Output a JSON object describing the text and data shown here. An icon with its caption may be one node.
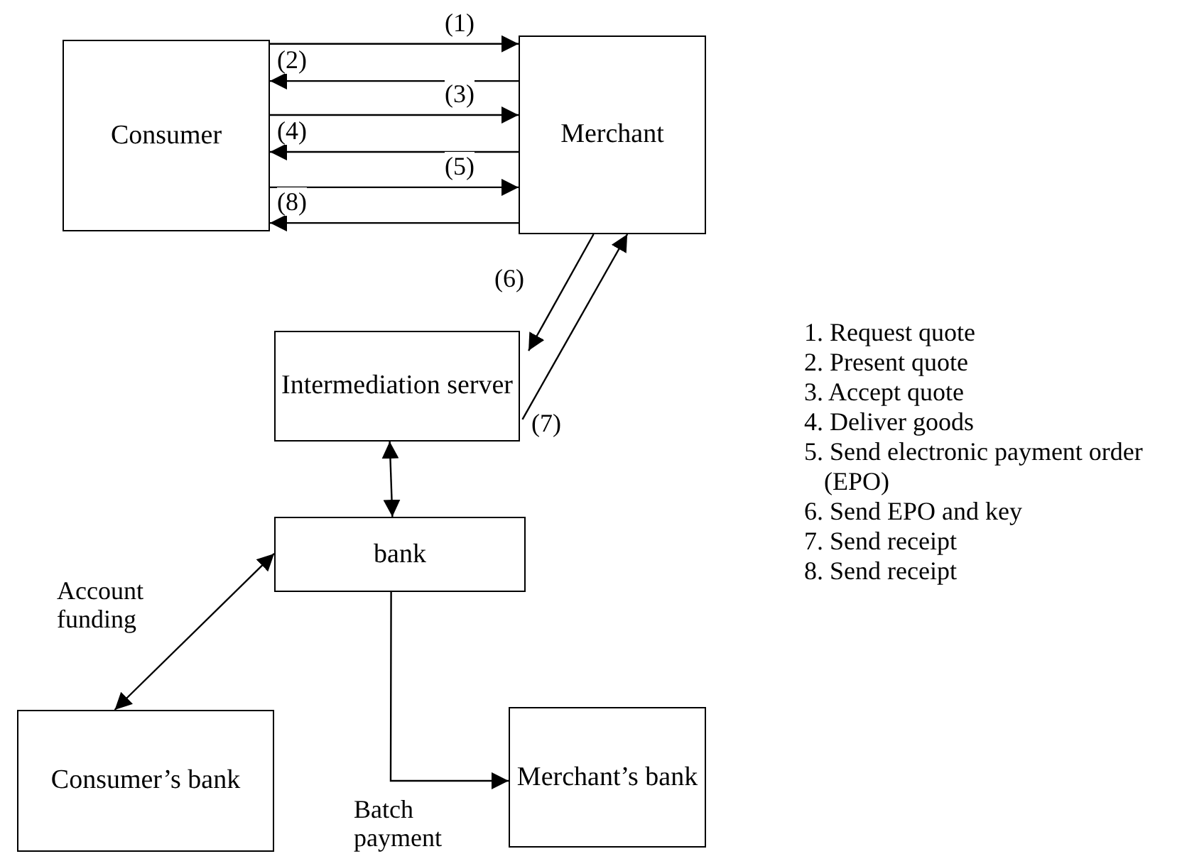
{
  "diagram": {
    "nodes": [
      {
        "text": [
          "Consumer"
        ]
      },
      {
        "text": [
          "Merchant"
        ]
      },
      {
        "text": [
          "Intermediation server"
        ]
      },
      {
        "text": [
          "bank"
        ]
      },
      {
        "text": [
          "Consumer’s bank"
        ]
      },
      {
        "text": [
          "Merchant’s bank"
        ]
      }
    ],
    "edges": [
      {
        "from": 0,
        "to": 1,
        "arrow": "to",
        "label": "(1)"
      },
      {
        "from": 1,
        "to": 0,
        "arrow": "to",
        "label": "(2)"
      },
      {
        "from": 0,
        "to": 1,
        "arrow": "to",
        "label": "(3)"
      },
      {
        "from": 1,
        "to": 0,
        "arrow": "to",
        "label": "(4)"
      },
      {
        "from": 0,
        "to": 1,
        "arrow": "to",
        "label": "(5)"
      },
      {
        "from": 1,
        "to": 0,
        "arrow": "to",
        "label": "(8)"
      },
      {
        "from": 1,
        "to": 2,
        "arrow": "to",
        "label": "(6)"
      },
      {
        "from": 2,
        "to": 1,
        "arrow": "to",
        "label": "(7)"
      },
      {
        "from": 2,
        "to": 3,
        "arrow": "both"
      },
      {
        "from": 3,
        "to": 4,
        "arrow": "both",
        "label": "Account funding"
      },
      {
        "from": 3,
        "to": 5,
        "arrow": "to",
        "label": "Batch payment"
      }
    ],
    "labels": [
      "1. Request quote",
      "2. Present quote",
      "3. Accept quote",
      "4. Deliver goods",
      "5. Send electronic payment order (EPO)",
      "6. Send EPO and key",
      "7. Send receipt",
      "8. Send receipt"
    ]
  }
}
